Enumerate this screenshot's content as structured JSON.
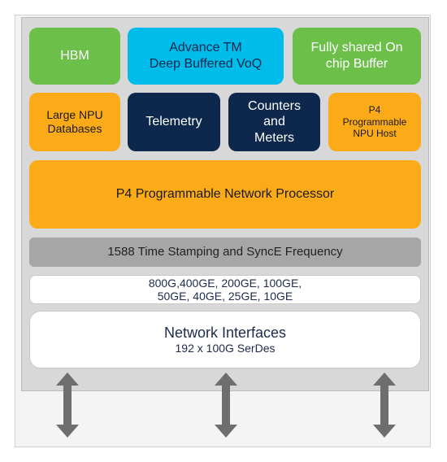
{
  "blocks": {
    "hbm": "HBM",
    "advance_tm_line1": "Advance TM",
    "advance_tm_line2": "Deep Buffered VoQ",
    "fully_shared_line1": "Fully shared On",
    "fully_shared_line2": "chip Buffer",
    "large_npu_line1": "Large NPU",
    "large_npu_line2": "Databases",
    "telemetry": "Telemetry",
    "counters_line1": "Counters",
    "counters_line2": "and",
    "counters_line3": "Meters",
    "p4_host_line1": "P4",
    "p4_host_line2": "Programmable",
    "p4_host_line3": "NPU Host",
    "network_processor": "P4 Programmable Network Processor",
    "time_stamping": "1588 Time Stamping and SyncE Frequency",
    "speeds_line1": "800G,400GE, 200GE, 100GE,",
    "speeds_line2": "50GE, 40GE, 25GE, 10GE",
    "interfaces_title": "Network Interfaces",
    "interfaces_sub": "192 x 100G SerDes"
  },
  "colors": {
    "green": "#6cc04a",
    "cyan": "#00bceb",
    "orange": "#fbab18",
    "navy": "#0d274d",
    "gray": "#a6a6a6",
    "arrow": "#6e6e6e"
  },
  "icons": [
    "double-arrow-icon",
    "double-arrow-icon",
    "double-arrow-icon"
  ]
}
